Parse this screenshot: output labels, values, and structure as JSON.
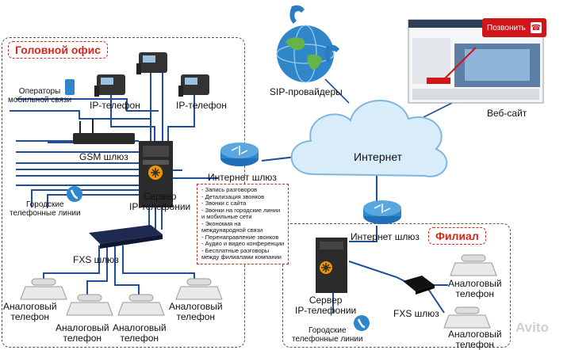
{
  "head_office": {
    "title": "Головной офис"
  },
  "branch": {
    "title": "Филиал"
  },
  "labels": {
    "sip": "SIP-провайдеры",
    "website": "Веб-сайт",
    "internet": "Интернет",
    "gw_head": "Интернет шлюз",
    "gw_branch": "Интернет шлюз",
    "ip_phone_1": "IP-телефон",
    "ip_phone_2": "IP-телефон",
    "gsm": "GSM шлюз",
    "mobile_operators_1": "Операторы",
    "mobile_operators_2": "мобильной связи",
    "city_lines_1": "Городские",
    "city_lines_2": "телефонные линии",
    "server_1": "Сервер",
    "server_2": "IP-телефонии",
    "fxs_head": "FXS шлюз",
    "analog_1a": "Аналоговый",
    "analog_1b": "телефон",
    "analog_2a": "Аналоговый",
    "analog_2b": "телефон",
    "analog_3a": "Аналоговый",
    "analog_3b": "телефон",
    "analog_4a": "Аналоговый",
    "analog_4b": "телефон",
    "branch_server_1": "Сервер",
    "branch_server_2": "IP-телефонии",
    "branch_city_1": "Городские",
    "branch_city_2": "телефонные линии",
    "fxs_branch": "FXS шлюз",
    "branch_analog_1a": "Аналоговый",
    "branch_analog_1b": "телефон",
    "branch_analog_2a": "Аналоговый",
    "branch_analog_2b": "телефон",
    "call_button": "Позвонить",
    "watermark": "Avito"
  },
  "features": [
    "- Запись разговоров",
    "- Детализация звонков",
    "- Звонки с сайта",
    "- Звонки на городские линии",
    "  и мобильные сети",
    "- Экономия на",
    "  международной связи",
    "- Перенаправление звонков",
    "- Аудио и видео конференции",
    "- Бесплатные разговоры",
    "  между филиалами компании"
  ],
  "colors": {
    "accent_red": "#d7261e",
    "wire": "#1f4e9b",
    "cloud": "#d9ecfa",
    "globe": "#2f86c9"
  },
  "icons": [
    "ip-phone-icon",
    "server-icon",
    "router-icon",
    "gsm-gateway-icon",
    "fxs-gateway-icon",
    "analog-phone-icon",
    "globe-icon",
    "cloud-icon",
    "mobile-phone-icon",
    "phone-handset-icon",
    "browser-window-icon"
  ]
}
